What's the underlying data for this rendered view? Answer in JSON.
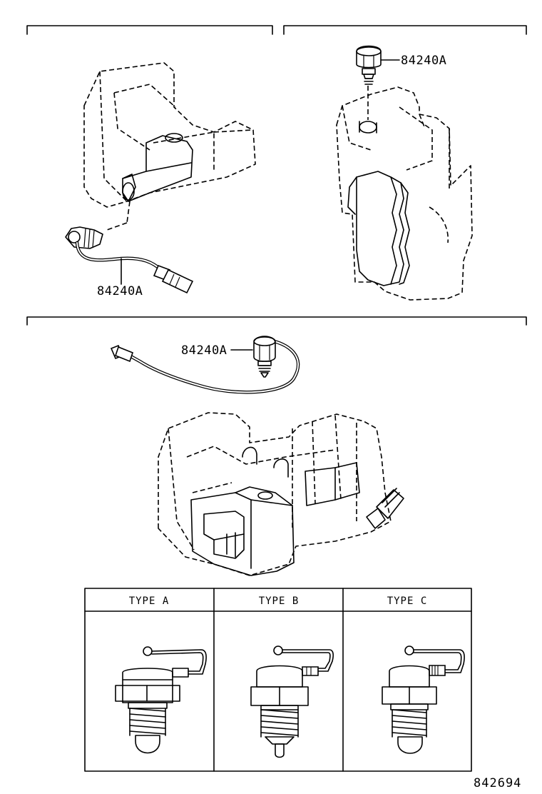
{
  "callouts": {
    "top_left_part": "84240A",
    "top_right_part": "84240A",
    "middle_part": "84240A"
  },
  "type_table": {
    "headers": [
      "TYPE A",
      "TYPE B",
      "TYPE C"
    ]
  },
  "diagram_number": "842694"
}
